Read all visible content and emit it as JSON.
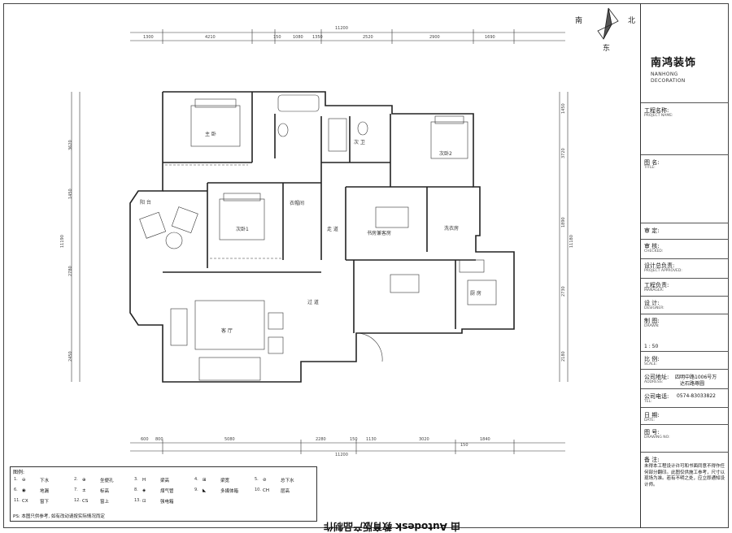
{
  "compass": {
    "south": "南",
    "north": "北",
    "east": "东"
  },
  "company": {
    "name_cn": "南鸿装饰",
    "name_en_1": "NANHONG",
    "name_en_2": "DECORATION"
  },
  "title_block": {
    "rows": [
      {
        "label": "工程名称:",
        "sub": "PROJECT NAME:"
      },
      {
        "label": "图 名:",
        "sub": "TITLE:"
      },
      {
        "label": "审 定:",
        "sub": ""
      },
      {
        "label": "审 核:",
        "sub": "CHECKED:"
      },
      {
        "label": "设计总负责:",
        "sub": "PROJECT APPROVED:"
      },
      {
        "label": "工程负责:",
        "sub": "MANAGER:"
      },
      {
        "label": "设 计:",
        "sub": "DESIGNER:"
      },
      {
        "label": "制 图:",
        "sub": "DRAWN:"
      },
      {
        "label": "比 例:",
        "sub": "SCALE:"
      },
      {
        "label": "公司地址:",
        "sub": "ADDRESS:"
      },
      {
        "label": "公司电话:",
        "sub": "TEL:"
      },
      {
        "label": "日 期:",
        "sub": "DATE:"
      },
      {
        "label": "图 号:",
        "sub": "DRAWING NO:"
      }
    ],
    "scale_value": "1 : 50",
    "address_value_1": "四明中路1006号万",
    "address_value_2": "达石路尊圆",
    "tel_value": "0574-83033822",
    "notes_title": "备 注:",
    "notes": "未得本工程设计许可和书面同意不得作任何部分翻印。此图仅供施工参考，尺寸以现场为准。若有不明之处，应立即通知设计师。"
  },
  "rooms": {
    "master_bedroom": "主 卧",
    "bath_1": "次 卫",
    "bedroom_2": "次卧2",
    "bedroom_1": "次卧1",
    "closet": "衣帽间",
    "corridor": "走 道",
    "study": "书房兼客房",
    "laundry": "洗衣房",
    "kitchen": "厨 房",
    "living": "客 厅",
    "hall": "过 道",
    "balcony": "阳 台"
  },
  "dimensions": {
    "top_total": "11200",
    "top": [
      "1300",
      "4210",
      "150",
      "1080",
      "1350",
      "2520",
      "2900",
      "1690"
    ],
    "bottom_total": "11200",
    "bottom": [
      "600",
      "800",
      "5080",
      "2280",
      "150",
      "1130",
      "3020",
      "150",
      "1840"
    ],
    "left": [
      "3620",
      "1450",
      "2780",
      "2450",
      "11190"
    ],
    "right": [
      "1450",
      "3720",
      "1890",
      "2730",
      "2180",
      "11180"
    ]
  },
  "legend": {
    "title": "图例:",
    "items": [
      {
        "sym": "⊖",
        "label": "下水"
      },
      {
        "sym": "⊕",
        "label": "坐便孔"
      },
      {
        "sym": "H",
        "label": "梁高"
      },
      {
        "sym": "⊞",
        "label": "梁宽"
      },
      {
        "sym": "⊘",
        "label": "总下水"
      },
      {
        "sym": "◉",
        "label": "地漏"
      },
      {
        "sym": "±",
        "label": "标高"
      },
      {
        "sym": "◈",
        "label": "煤气管"
      },
      {
        "sym": "◣",
        "label": "多媒体箱"
      },
      {
        "sym": "CH",
        "label": "层高"
      },
      {
        "sym": "CX",
        "label": "窗下"
      },
      {
        "sym": "CS",
        "label": "窗上"
      },
      {
        "sym": "⊡",
        "label": "强电箱"
      }
    ],
    "note": "PS: 本图只供参考, 如有改动请按实际情况而定"
  },
  "footer": "由 Autodesk 教育版产品制作"
}
